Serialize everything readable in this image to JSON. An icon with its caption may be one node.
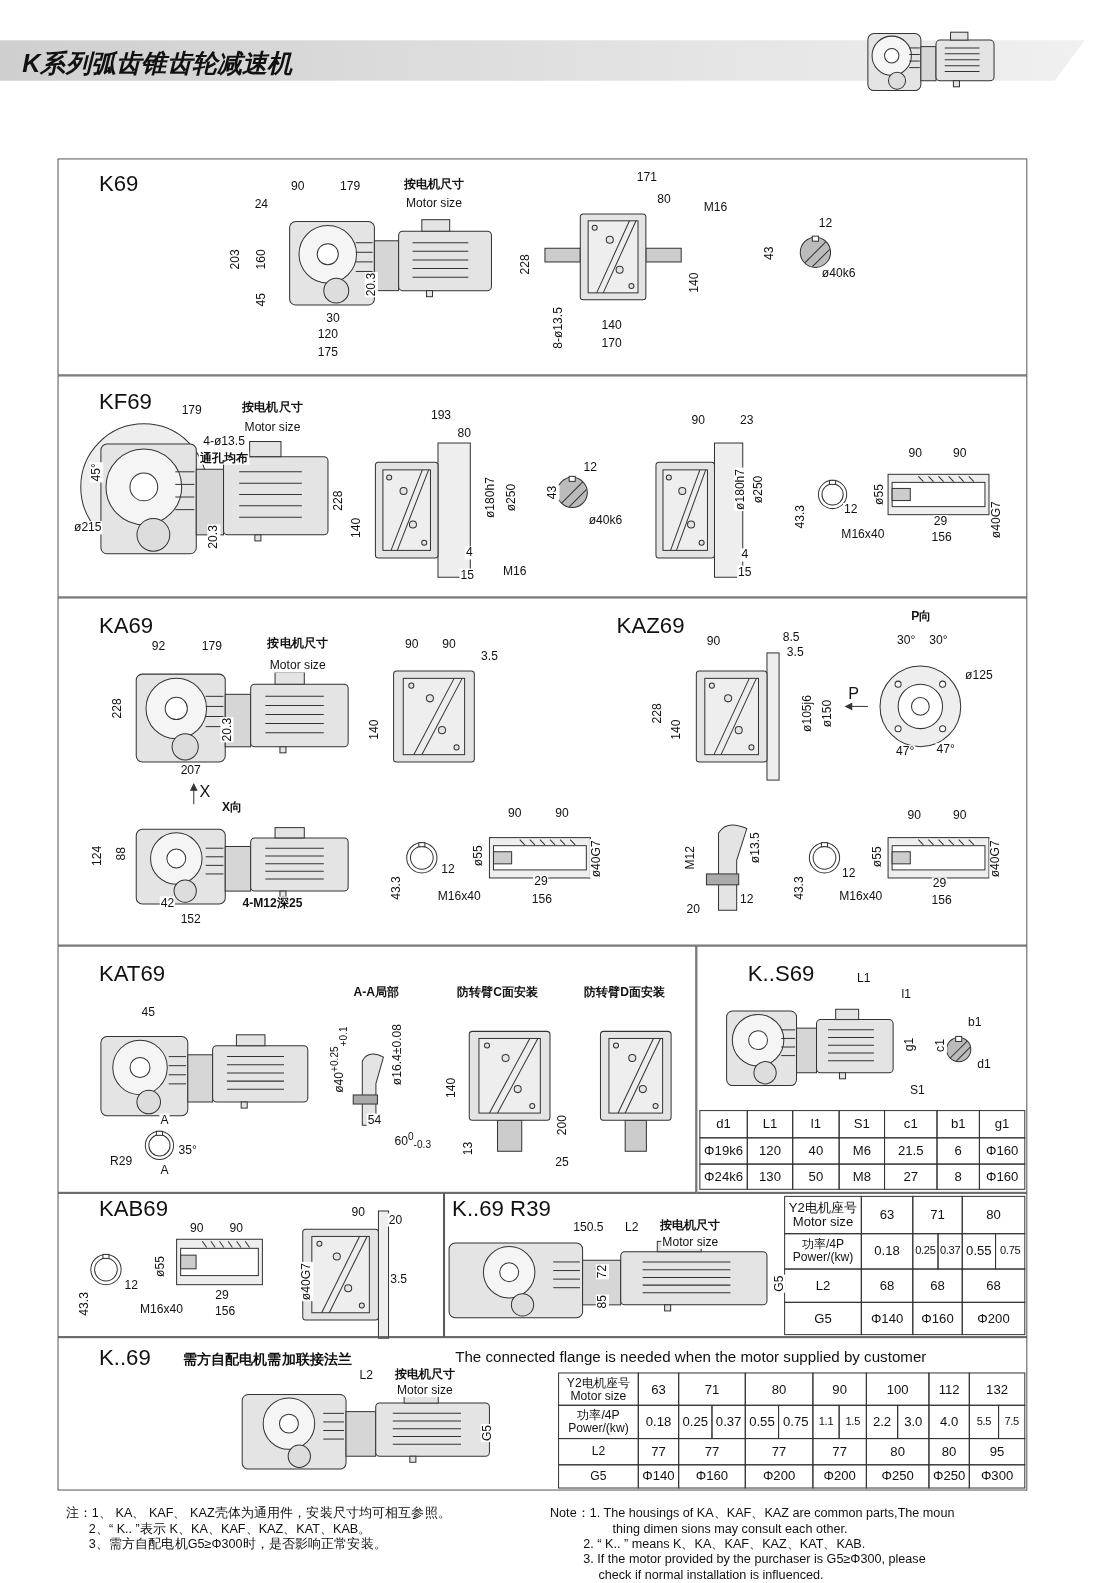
{
  "diagram": {
    "title": "K系列弧齿锥齿轮减速机",
    "nodes": [
      {
        "text": [
          "K69"
        ]
      },
      {
        "text": [
          "KF69"
        ]
      },
      {
        "text": [
          "KA69",
          "KAZ69"
        ]
      },
      {
        "text": [
          "KAT69"
        ]
      },
      {
        "text": [
          "K..S69"
        ]
      },
      {
        "text": [
          "KAB69"
        ]
      },
      {
        "text": [
          "K..69 R39"
        ]
      },
      {
        "text": [
          "K..69",
          "需方自配电机需加联接法兰",
          "The connected flange is needed when the motor supplied by customer"
        ]
      }
    ],
    "labels": [
      "90",
      "179",
      "按电机尺寸",
      "24",
      "Motor size",
      "203",
      "160",
      "20.3",
      "45",
      "30",
      "120",
      "175",
      "171",
      "80",
      "M16",
      "228",
      "140",
      "8-ø13.5",
      "140",
      "170",
      "12",
      "43",
      "ø40k6",
      "179",
      "按电机尺寸",
      "Motor size",
      "4-ø13.5",
      "通孔均布",
      "45°",
      "ø215",
      "20.3",
      "193",
      "80",
      "228",
      "140",
      "ø180h7",
      "ø250",
      "4",
      "15",
      "M16",
      "12",
      "43",
      "ø40k6",
      "90",
      "23",
      "ø180h7",
      "ø250",
      "4",
      "15",
      "90",
      "90",
      "ø55",
      "12",
      "43.3",
      "M16x40",
      "29",
      "156",
      "ø40G7",
      "92",
      "179",
      "按电机尺寸",
      "Motor size",
      "90",
      "90",
      "3.5",
      "90",
      "8.5",
      "3.5",
      "P向",
      "30°",
      "30°",
      "ø125",
      "228",
      "20.3",
      "140",
      "228",
      "140",
      "ø105j6",
      "ø150",
      "P",
      "47°",
      "47°",
      "207",
      "X",
      "X向",
      "90",
      "90",
      "90",
      "90",
      "124",
      "88",
      "ø55",
      "ø40G7",
      "M12",
      "ø13.5",
      "ø55",
      "ø40G7",
      "12",
      "12",
      "29",
      "29",
      "43.3",
      "43.3",
      "M16x40",
      "12",
      "M16x40",
      "42",
      "4-M12深25",
      "156",
      "156",
      "20",
      "152",
      "A-A局部",
      "防转臂C面安装",
      "防转臂D面安装",
      "L1",
      "l1",
      "45",
      "b1",
      "g1",
      "c1",
      "ø40$^{+0.25}$$_{+0.1}$",
      "ø16.4±0.08",
      "d1",
      "140",
      "S1",
      "A",
      "54",
      "200",
      "60$^{0}$$_{-0.3}$",
      "35°",
      "13",
      "R29",
      "25",
      "A",
      "d1",
      "L1",
      "l1",
      "S1",
      "c1",
      "b1",
      "g1",
      "Φ19k6",
      "120",
      "40",
      "M6",
      "21.5",
      "6",
      "Φ160",
      "Φ24k6",
      "130",
      "50",
      "M8",
      "27",
      "8",
      "Φ160",
      "90",
      "90",
      "90",
      "20",
      "150.5",
      "L2",
      "按电机尺寸",
      "Motor size",
      "ø55",
      "72",
      "3.5",
      "ø40G7",
      "G5",
      "12",
      "29",
      "85",
      "43.3",
      "M16x40",
      "156",
      "Y2电机座号 Motor size",
      "63",
      "71",
      "80",
      "功率/4P Power/(kw)",
      "0.18",
      "0.25",
      "0.37",
      "0.55",
      "0.75",
      "L2",
      "68",
      "68",
      "68",
      "G5",
      "Φ140",
      "Φ160",
      "Φ200",
      "L2",
      "按电机尺寸",
      "Motor size",
      "G5",
      "Y2电机座号 Motor size",
      "63",
      "71",
      "80",
      "90",
      "100",
      "112",
      "132",
      "功率/4P Power/(kw)",
      "0.18",
      "0.25",
      "0.37",
      "0.55",
      "0.75",
      "1.1",
      "1.5",
      "2.2",
      "3.0",
      "4.0",
      "5.5",
      "7.5",
      "L2",
      "77",
      "77",
      "77",
      "77",
      "80",
      "80",
      "95",
      "G5",
      "Φ140",
      "Φ160",
      "Φ200",
      "Φ200",
      "Φ250",
      "Φ250",
      "Φ300",
      "注：1、 KA、 KAF、 KAZ壳体为通用件，安装尺寸均可相互参照。",
      "2、“ K.. ”表示 K、KA、KAF、KAZ、KAT、KAB。",
      "3、需方自配电机G5≥Φ300时，是否影响正常安装。",
      "Note：1. The housings of KA、KAF、KAZ are common parts,The moun thing dimen sions may consult each other.",
      "2. “ K.. ” means K、KA、KAF、KAZ、KAT、KAB.",
      "3. If the motor provided by the purchaser is G5≥Φ300, please check if normal installation is influenced."
    ]
  }
}
